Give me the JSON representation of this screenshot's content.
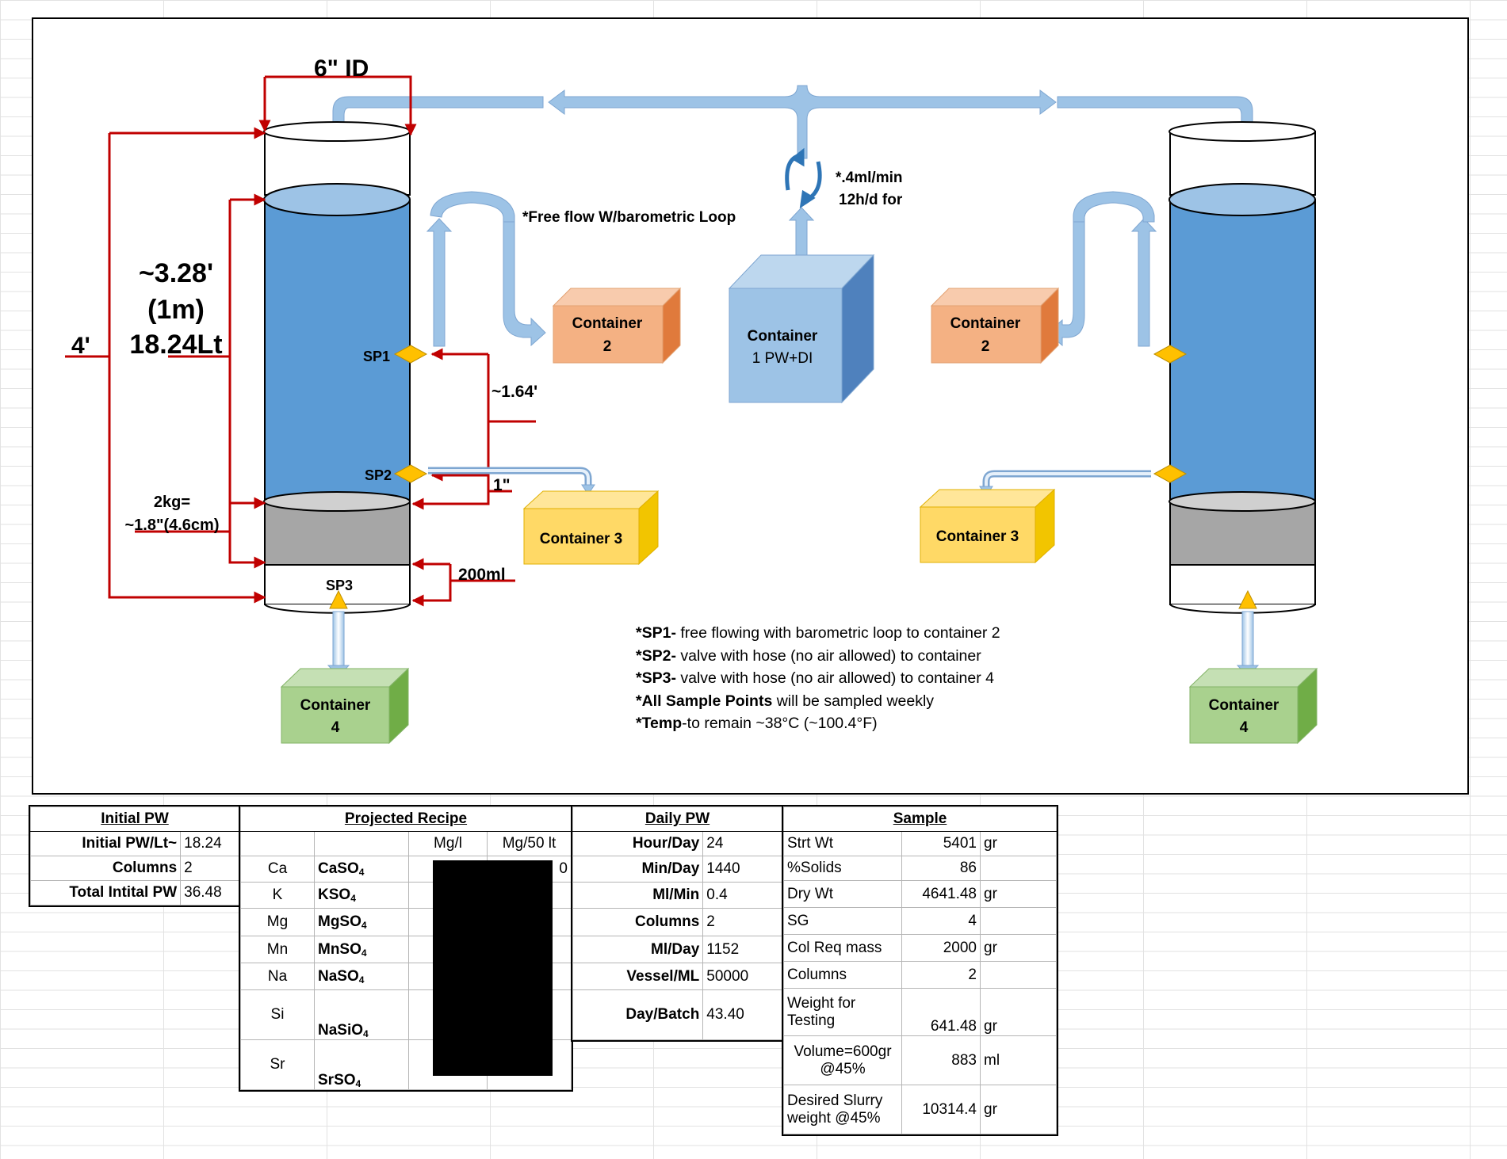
{
  "diagram": {
    "id_label": "6\" ID",
    "height_label": "4'",
    "mid_height_1": "~3.28'",
    "mid_height_2": "(1m)",
    "volume_label": "18.24Lt",
    "media_label_1": "2kg=",
    "media_label_2": "~1.8\"(4.6cm)",
    "spacing_label": "~1.64'",
    "small_label": "1\"",
    "bottom_label": "200ml",
    "sp1": "SP1",
    "sp2": "SP2",
    "sp3": "SP3",
    "free_flow": "*Free flow W/barometric Loop",
    "pump_rate_1": "*.4ml/min",
    "pump_rate_2": "12h/d for",
    "container1_line1": "Container",
    "container1_line2": "1 PW+DI",
    "container2_line1": "Container",
    "container2_line2": "2",
    "container3": "Container 3",
    "container4_line1": "Container",
    "container4_line2": "4"
  },
  "notes": [
    {
      "bold": "*SP1-",
      "text": " free flowing with barometric loop to container 2"
    },
    {
      "bold": "*SP2-",
      "text": " valve with hose (no air allowed) to container"
    },
    {
      "bold": "*SP3-",
      "text": " valve with hose (no air allowed) to container 4"
    },
    {
      "bold": "*All Sample Points",
      "text": " will be sampled weekly"
    },
    {
      "bold": "*Temp",
      "text": "-to remain ~38°C (~100.4°F)"
    }
  ],
  "initial_pw": {
    "title": "Initial PW",
    "rows": [
      {
        "label": "Initial PW/Lt~",
        "value": "18.24"
      },
      {
        "label": "Columns",
        "value": "2"
      },
      {
        "label": "Total Intital PW",
        "value": "36.48"
      }
    ]
  },
  "recipe": {
    "title": "Projected Recipe",
    "col_mgl": "Mg/l",
    "col_mg50": "Mg/50 lt",
    "partial_digit": "0",
    "rows": [
      {
        "el": "Ca",
        "compound": "CaSO",
        "sub": "4"
      },
      {
        "el": "K",
        "compound": "KSO",
        "sub": "4"
      },
      {
        "el": "Mg",
        "compound": "MgSO",
        "sub": "4"
      },
      {
        "el": "Mn",
        "compound": "MnSO",
        "sub": "4"
      },
      {
        "el": "Na",
        "compound": "NaSO",
        "sub": "4"
      },
      {
        "el": "Si",
        "compound": "NaSiO",
        "sub": "4"
      },
      {
        "el": "Sr",
        "compound": "SrSO",
        "sub": "4"
      }
    ]
  },
  "daily_pw": {
    "title": "Daily PW",
    "rows": [
      {
        "label": "Hour/Day",
        "value": "24"
      },
      {
        "label": "Min/Day",
        "value": "1440"
      },
      {
        "label": "Ml/Min",
        "value": "0.4"
      },
      {
        "label": "Columns",
        "value": "2"
      },
      {
        "label": "Ml/Day",
        "value": "1152"
      },
      {
        "label": "Vessel/ML",
        "value": "50000"
      },
      {
        "label": "Day/Batch",
        "value": "43.40"
      }
    ]
  },
  "sample": {
    "title": "Sample",
    "rows": [
      {
        "label": "Strt Wt",
        "value": "5401",
        "unit": "gr"
      },
      {
        "label": "%Solids",
        "value": "86",
        "unit": ""
      },
      {
        "label": "Dry Wt",
        "value": "4641.48",
        "unit": "gr"
      },
      {
        "label": "SG",
        "value": "4",
        "unit": ""
      },
      {
        "label": "Col Req mass",
        "value": "2000",
        "unit": "gr"
      },
      {
        "label": "Columns",
        "value": "2",
        "unit": ""
      },
      {
        "label": "Weight for",
        "label2": "Testing",
        "value": "641.48",
        "unit": "gr"
      },
      {
        "label": "Volume=600gr",
        "label2": "@45%",
        "value": "883",
        "unit": "ml"
      },
      {
        "label": "Desired Slurry",
        "label2": "weight @45%",
        "value": "10314.4",
        "unit": "gr"
      }
    ]
  },
  "colors": {
    "water": "#5b9bd5",
    "water_top": "#9dc3e6",
    "media": "#a6a6a6",
    "pipe": "#9dc3e6",
    "dim_line": "#c00000",
    "container1": "#9dc3e6",
    "container2": "#f4b183",
    "container3": "#ffd966",
    "container4": "#a9d18e",
    "valve": "#ffc000"
  }
}
